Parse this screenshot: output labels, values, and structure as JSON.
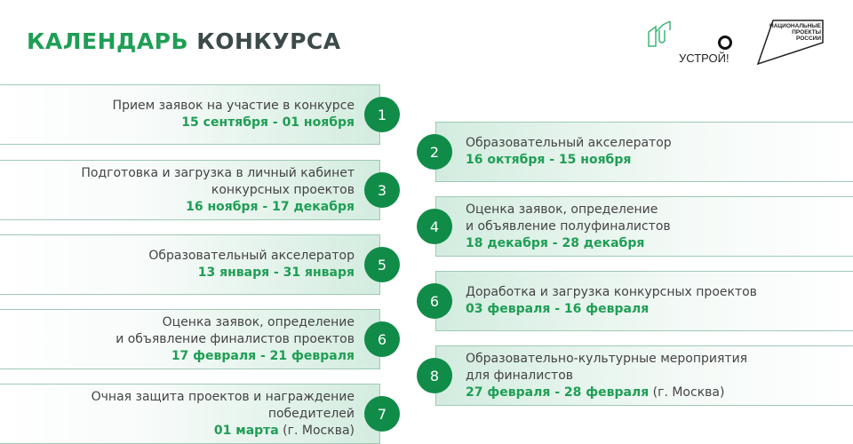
{
  "header": {
    "title_green": "КАЛЕНДАРЬ",
    "title_dark": "КОНКУРСА"
  },
  "logos": {
    "ustroy": "УСТРОЙ!",
    "national_projects": "НАЦИОНАЛЬНЫЕ ПРОЕКТЫ РОССИИ"
  },
  "colors": {
    "accent": "#1f9e55",
    "circle": "#108c48",
    "text": "#444444"
  },
  "stages": [
    {
      "num": "1",
      "lines": [
        "Прием заявок на участие в конкурсе"
      ],
      "date": "15 сентября - 01 ноября",
      "note": ""
    },
    {
      "num": "2",
      "lines": [
        "Образовательный акселератор"
      ],
      "date": "16 октября - 15 ноября",
      "note": ""
    },
    {
      "num": "3",
      "lines": [
        "Подготовка и загрузка в личный кабинет",
        "конкурсных проектов"
      ],
      "date": "16 ноября - 17 декабря",
      "note": ""
    },
    {
      "num": "4",
      "lines": [
        "Оценка заявок, определение",
        "и объявление полуфиналистов"
      ],
      "date": "18 декабря - 28 декабря",
      "note": ""
    },
    {
      "num": "5",
      "lines": [
        "Образовательный акселератор"
      ],
      "date": "13 января - 31 января",
      "note": ""
    },
    {
      "num": "6",
      "lines": [
        "Доработка и загрузка конкурсных проектов"
      ],
      "date": "03 февраля - 16 февраля",
      "note": ""
    },
    {
      "num": "6",
      "lines": [
        "Оценка заявок, определение",
        "и объявление финалистов проектов"
      ],
      "date": "17 февраля - 21 февраля",
      "note": ""
    },
    {
      "num": "8",
      "lines": [
        "Образовательно-культурные мероприятия",
        "для финалистов"
      ],
      "date": "27 февраля - 28 февраля",
      "note": " (г. Москва)"
    },
    {
      "num": "7",
      "lines": [
        "Очная защита проектов и награждение",
        "победителей"
      ],
      "date": "01 марта",
      "note": " (г. Москва)"
    }
  ]
}
